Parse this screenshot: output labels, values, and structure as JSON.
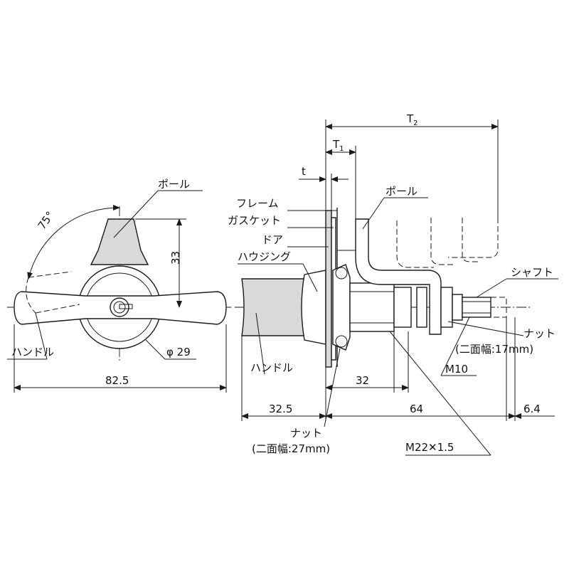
{
  "handle_view": {
    "angle": "75°",
    "pole": "ポール",
    "height": "33",
    "handle": "ハンドル",
    "diameter": "φ 29",
    "width": "82.5"
  },
  "side_view": {
    "T2_main": "T",
    "T2_sub": "2",
    "T1_main": "T",
    "T1_sub": "1",
    "t": "t",
    "frame": "フレーム",
    "gasket": "ガスケット",
    "door": "ドア",
    "housing": "ハウジング",
    "pole": "ポール",
    "shaft": "シャフト",
    "nut_small": "ナット",
    "nut_small_width": "(二面幅:17mm)",
    "m10": "M10",
    "handle": "ハンドル",
    "dim_32_inner": "32",
    "dim_32_5": "32.5",
    "dim_64": "64",
    "dim_6_4": "6.4",
    "nut_large": "ナット",
    "nut_large_width": "(二面幅:27mm)",
    "thread": "M22✕1.5"
  }
}
